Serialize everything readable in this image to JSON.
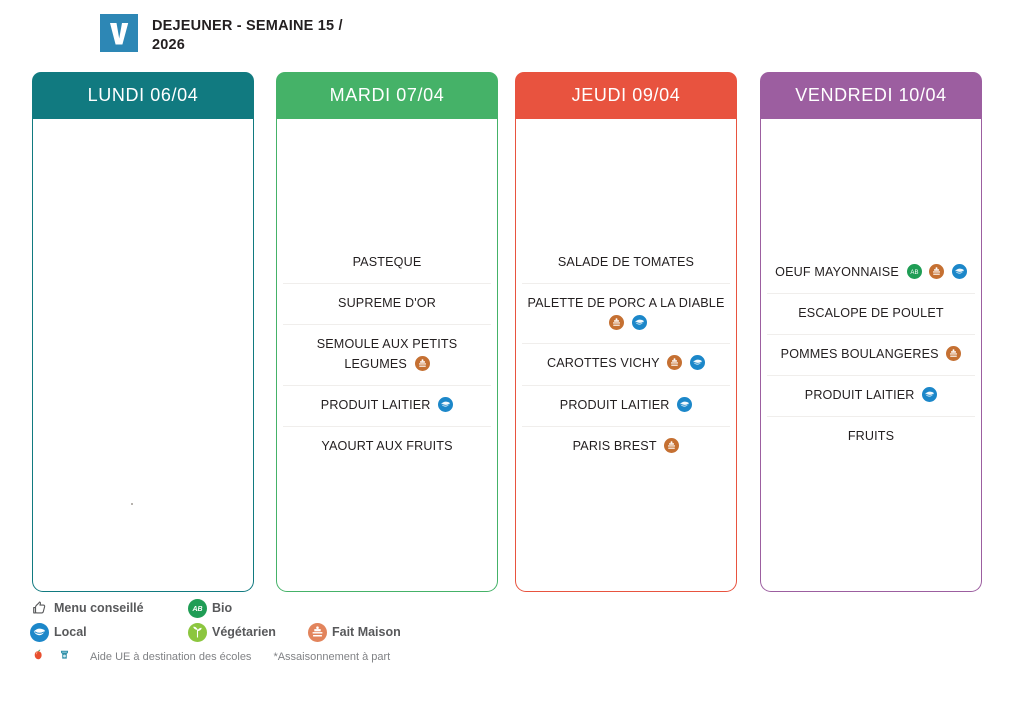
{
  "header": {
    "logo_letter": "V",
    "logo_color": "#2d87b5",
    "title": "DEJEUNER - SEMAINE 15 / 2026"
  },
  "days": [
    {
      "name": "lundi",
      "label": "LUNDI 06/04",
      "color": "#117a80",
      "items": []
    },
    {
      "name": "mardi",
      "label": "MARDI 07/04",
      "color": "#45b268",
      "items": [
        {
          "label": "PASTEQUE",
          "icons": []
        },
        {
          "label": "SUPREME D'OR",
          "icons": []
        },
        {
          "label": "SEMOULE AUX PETITS LEGUMES",
          "icons": [
            "fait-maison"
          ]
        },
        {
          "label": "PRODUIT LAITIER",
          "icons": [
            "local"
          ]
        },
        {
          "label": "YAOURT AUX FRUITS",
          "icons": []
        }
      ]
    },
    {
      "name": "jeudi",
      "label": "JEUDI 09/04",
      "color": "#e8533f",
      "items": [
        {
          "label": "SALADE DE TOMATES",
          "icons": []
        },
        {
          "label": "PALETTE DE PORC A LA DIABLE",
          "icons": [
            "fait-maison",
            "local"
          ]
        },
        {
          "label": "CAROTTES VICHY",
          "icons": [
            "fait-maison",
            "local"
          ]
        },
        {
          "label": "PRODUIT LAITIER",
          "icons": [
            "local"
          ]
        },
        {
          "label": "PARIS BREST",
          "icons": [
            "fait-maison"
          ]
        }
      ]
    },
    {
      "name": "vendredi",
      "label": "VENDREDI 10/04",
      "color": "#9c5ea0",
      "items": [
        {
          "label": "OEUF MAYONNAISE",
          "icons": [
            "bio",
            "fait-maison",
            "local"
          ]
        },
        {
          "label": "ESCALOPE DE POULET",
          "icons": []
        },
        {
          "label": "POMMES BOULANGERES",
          "icons": [
            "fait-maison"
          ]
        },
        {
          "label": "PRODUIT LAITIER",
          "icons": [
            "local"
          ]
        },
        {
          "label": "FRUITS",
          "icons": []
        }
      ]
    }
  ],
  "legend": {
    "menu_conseille": "Menu conseillé",
    "bio": "Bio",
    "local": "Local",
    "vegetarien": "Végétarien",
    "fait_maison": "Fait Maison",
    "aide_ue": "Aide UE à destination des écoles",
    "assaisonnement": "*Assaisonnement à part",
    "colors": {
      "bio": "#1f9d55",
      "local": "#1c87c9",
      "vegetarien": "#8cc63f",
      "fait_maison": "#e2845c",
      "menu_conseille": "#58595b"
    }
  }
}
